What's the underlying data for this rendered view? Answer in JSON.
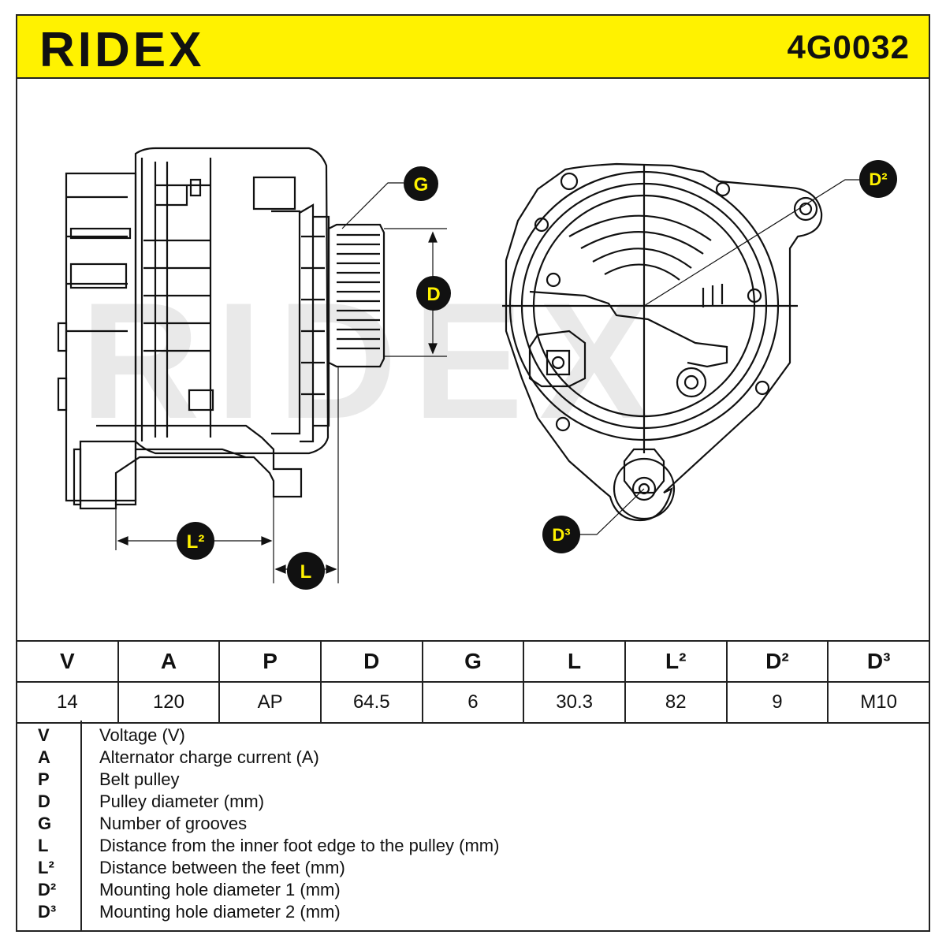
{
  "brand": "RIDEX",
  "part_number": "4G0032",
  "drawing_labels": {
    "g": "G",
    "d": "D",
    "d2": "D²",
    "d3": "D³",
    "l": "L",
    "l2": "L²"
  },
  "colors": {
    "header_bg": "#fff200",
    "badge_bg": "#fff200",
    "badge_text": "#111111",
    "line": "#111111",
    "watermark": "#e6e6e6"
  },
  "spec_table": {
    "headers": [
      "V",
      "A",
      "P",
      "D",
      "G",
      "L",
      "L²",
      "D²",
      "D³"
    ],
    "values": [
      "14",
      "120",
      "AP",
      "64.5",
      "6",
      "30.3",
      "82",
      "9",
      "M10"
    ]
  },
  "legend": [
    {
      "key": "V",
      "text": "Voltage (V)"
    },
    {
      "key": "A",
      "text": "Alternator charge current (A)"
    },
    {
      "key": "P",
      "text": "Belt pulley"
    },
    {
      "key": "D",
      "text": "Pulley diameter (mm)"
    },
    {
      "key": "G",
      "text": "Number of grooves"
    },
    {
      "key": "L",
      "text": "Distance from the inner foot edge to the pulley (mm)"
    },
    {
      "key": "L²",
      "text": "Distance between the feet (mm)"
    },
    {
      "key": "D²",
      "text": "Mounting hole diameter 1 (mm)"
    },
    {
      "key": "D³",
      "text": "Mounting hole diameter 2 (mm)"
    }
  ]
}
